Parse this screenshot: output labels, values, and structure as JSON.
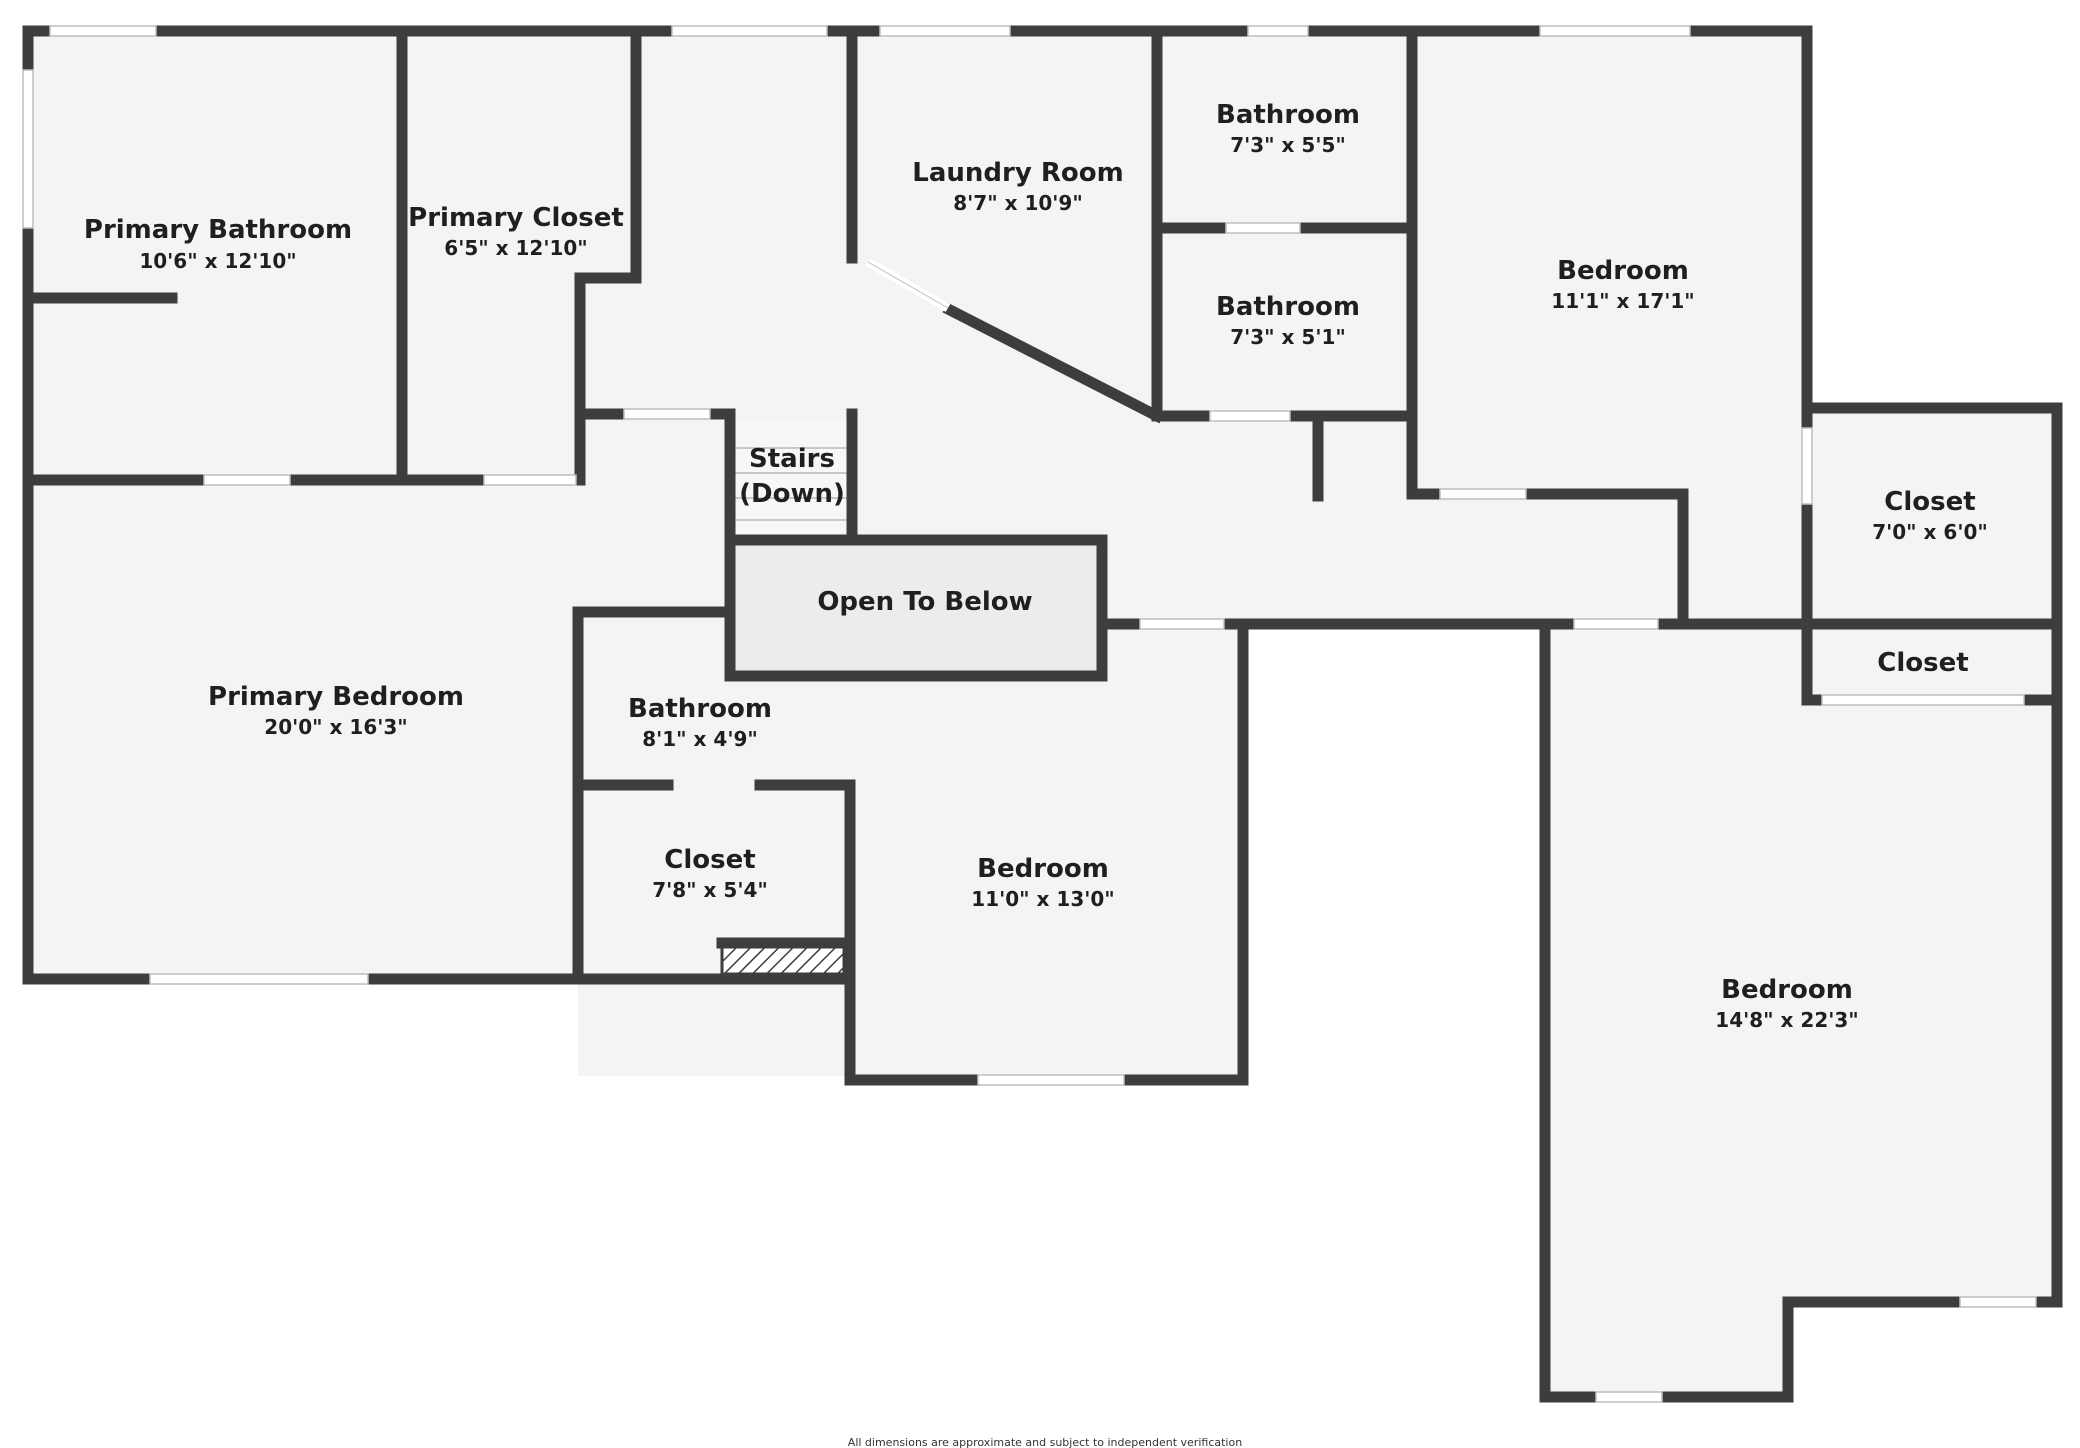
{
  "colors": {
    "wall": "#3d3d3d",
    "floor": "#f4f4f4",
    "open_to_below": "#ececec",
    "window": "#ffffff",
    "background": "#ffffff",
    "text": "#1f1f1f"
  },
  "rooms": {
    "primary_bathroom": {
      "name": "Primary Bathroom",
      "dims": "10'6\" x 12'10\""
    },
    "primary_closet": {
      "name": "Primary Closet",
      "dims": "6'5\" x 12'10\""
    },
    "laundry_room": {
      "name": "Laundry Room",
      "dims": "8'7\" x 10'9\""
    },
    "bathroom_upper": {
      "name": "Bathroom",
      "dims": "7'3\" x 5'5\""
    },
    "bathroom_middle": {
      "name": "Bathroom",
      "dims": "7'3\" x 5'1\""
    },
    "bedroom_northeast": {
      "name": "Bedroom",
      "dims": "11'1\" x 17'1\""
    },
    "closet_east": {
      "name": "Closet",
      "dims": "7'0\" x 6'0\""
    },
    "closet_east_small": {
      "name": "Closet"
    },
    "stairs": {
      "name_line1": "Stairs",
      "name_line2": "(Down)"
    },
    "open_to_below": {
      "name": "Open To Below"
    },
    "primary_bedroom": {
      "name": "Primary Bedroom",
      "dims": "20'0\" x 16'3\""
    },
    "bathroom_center": {
      "name": "Bathroom",
      "dims": "8'1\" x 4'9\""
    },
    "closet_center": {
      "name": "Closet",
      "dims": "7'8\" x 5'4\""
    },
    "bedroom_center": {
      "name": "Bedroom",
      "dims": "11'0\" x 13'0\""
    },
    "bedroom_southeast": {
      "name": "Bedroom",
      "dims": "14'8\" x 22'3\""
    }
  },
  "footer": {
    "note": "All dimensions are approximate and subject to independent verification"
  }
}
